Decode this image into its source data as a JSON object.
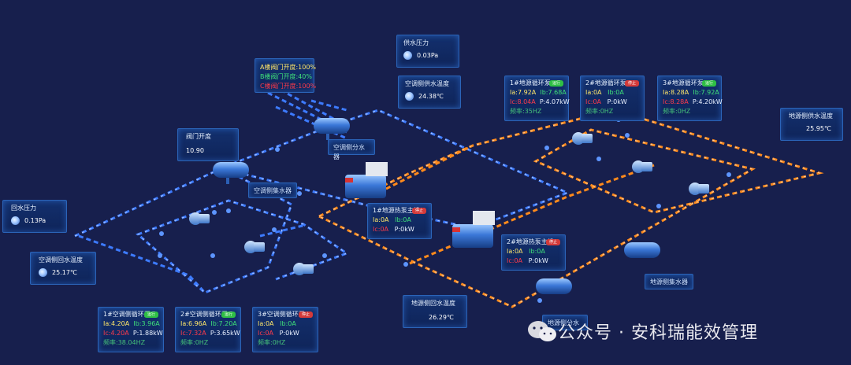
{
  "valve_status": {
    "a_opening": "A楼阀门开度:100%",
    "b_opening": "B楼阀门开度:40%",
    "c_opening": "C楼阀门开度:100%"
  },
  "supply_pressure": {
    "label": "供水压力",
    "value": "0.03Pa"
  },
  "ac_supply_temp": {
    "label": "空调侧供水温度",
    "value": "24.38℃"
  },
  "valve_opening": {
    "label": "阀门开度",
    "value": "10.90"
  },
  "return_pressure": {
    "label": "回水压力",
    "value": "0.13Pa"
  },
  "ac_return_temp": {
    "label": "空调侧回水温度",
    "value": "25.17℃"
  },
  "ground_supply_temp": {
    "label": "地源侧供水温度",
    "value": "25.95℃"
  },
  "ground_return_temp": {
    "label": "地源侧回水温度",
    "value": "26.29℃"
  },
  "labels": {
    "ac_distributor": "空调侧分水器",
    "ac_collector": "空调侧集水器",
    "ground_collector": "地源侧集水器",
    "ground_distributor": "地源侧分水器"
  },
  "heat_pump_1": {
    "title": "1#地源热泵主机",
    "badge": "停止",
    "ia": "Ia:0A",
    "ib": "Ib:0A",
    "ic": "Ic:0A",
    "p": "P:0kW"
  },
  "heat_pump_2": {
    "title": "2#地源热泵主机",
    "badge": "停止",
    "ia": "Ia:0A",
    "ib": "Ib:0A",
    "ic": "Ic:0A",
    "p": "P:0kW"
  },
  "ground_pumps": [
    {
      "title": "1#地源循环泵",
      "badge": "运行",
      "ia": "Ia:7.92A",
      "ib": "Ib:7.68A",
      "ic": "Ic:8.04A",
      "p": "P:4.07kW",
      "freq": "频率:35HZ"
    },
    {
      "title": "2#地源循环泵",
      "badge": "停止",
      "ia": "Ia:0A",
      "ib": "Ib:0A",
      "ic": "Ic:0A",
      "p": "P:0kW",
      "freq": "频率:0HZ"
    },
    {
      "title": "3#地源循环泵",
      "badge": "运行",
      "ia": "Ia:8.28A",
      "ib": "Ib:7.92A",
      "ic": "Ic:8.28A",
      "p": "P:4.20kW",
      "freq": "频率:0HZ"
    }
  ],
  "ac_pumps": [
    {
      "title": "1#空调侧循环泵",
      "badge": "运行",
      "ia": "Ia:4.20A",
      "ib": "Ib:3.96A",
      "ic": "Ic:4.20A",
      "p": "P:1.88kW",
      "freq": "频率:38.04HZ"
    },
    {
      "title": "2#空调侧循环泵",
      "badge": "运行",
      "ia": "Ia:6.96A",
      "ib": "Ib:7.20A",
      "ic": "Ic:7.32A",
      "p": "P:3.65kW",
      "freq": "频率:0HZ"
    },
    {
      "title": "3#空调侧循环泵",
      "badge": "停止",
      "ia": "Ia:0A",
      "ib": "Ib:0A",
      "ic": "Ic:0A",
      "p": "P:0kW",
      "freq": "频率:0HZ"
    }
  ],
  "watermark": "公众号 · 安科瑞能效管理",
  "colors": {
    "background": "#171f4d",
    "ac_pipe": "#3d7bff",
    "ground_pipe": "#ff8a1c",
    "running": "#2fbf45",
    "stopped": "#d43a3a"
  }
}
